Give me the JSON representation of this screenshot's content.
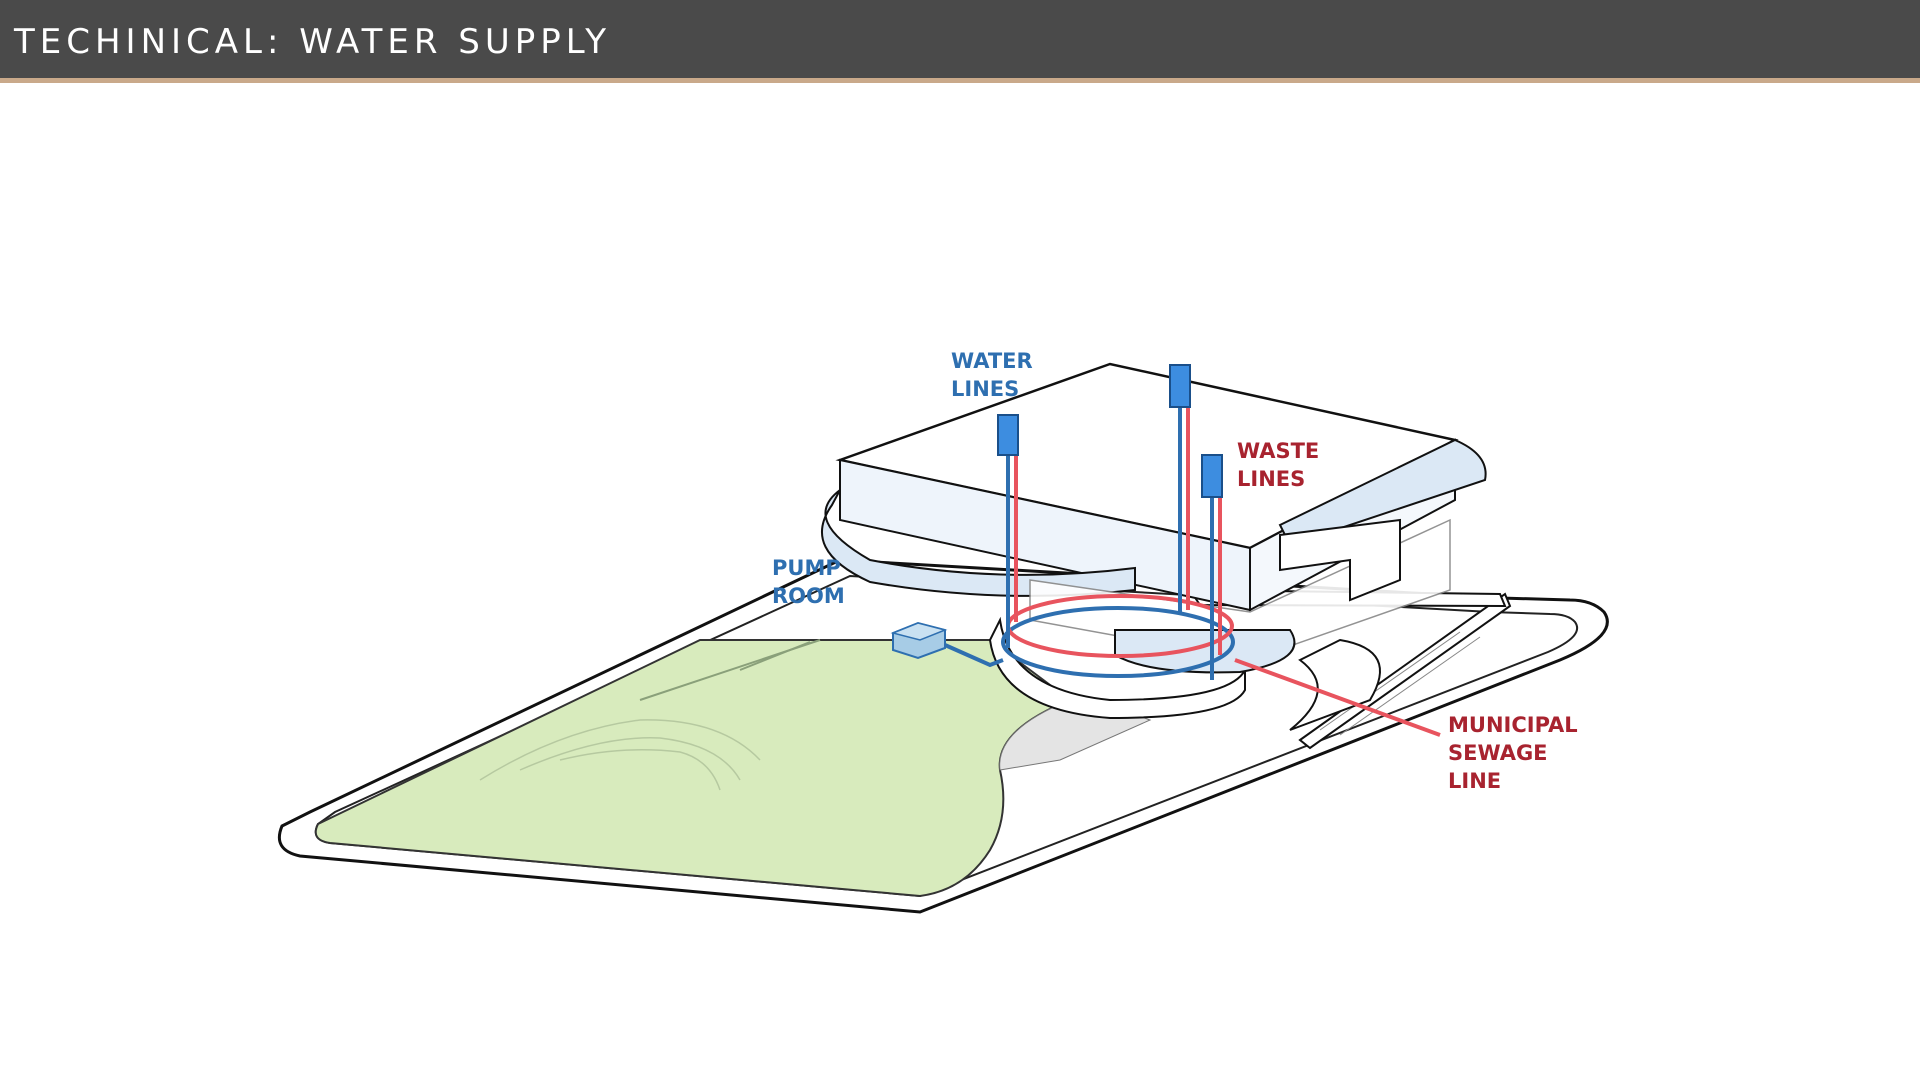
{
  "header": {
    "title": "TECHINICAL: WATER SUPPLY"
  },
  "labels": {
    "water_lines": [
      "WATER",
      "LINES"
    ],
    "waste_lines": [
      "WASTE",
      "LINES"
    ],
    "pump_room": [
      "PUMP",
      "ROOM"
    ],
    "municipal_sewage_line": [
      "MUNICIPAL",
      "SEWAGE",
      "LINE"
    ]
  },
  "colors": {
    "header_bg": "#4a4a4a",
    "header_stripe": "#c9a98a",
    "water_line": "#2e6fb0",
    "waste_line": "#e8545e",
    "water_label": "#2e6fb0",
    "waste_label": "#a8232f",
    "lawn": "#d8ebbd"
  }
}
